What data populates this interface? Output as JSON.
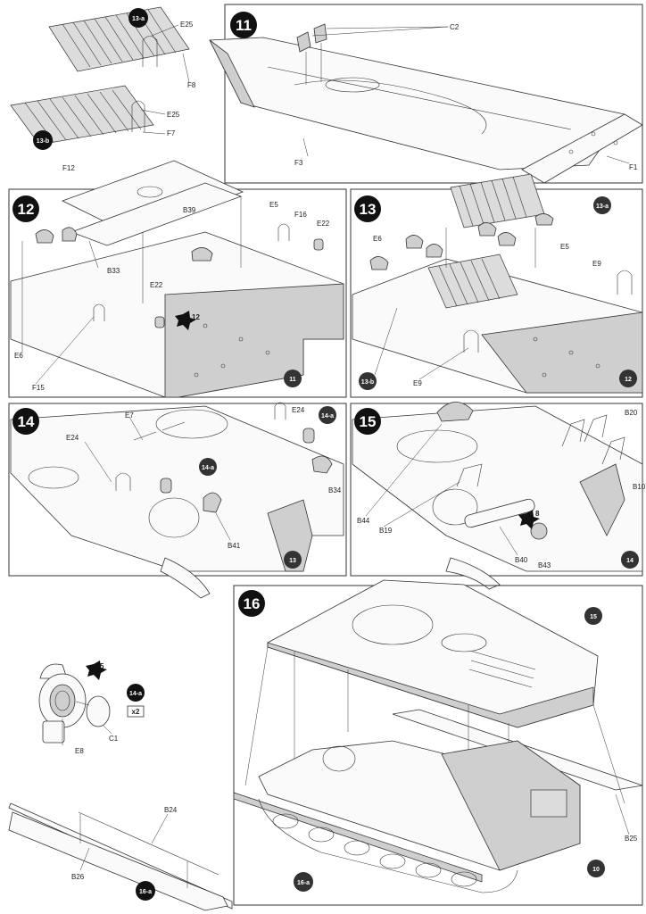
{
  "steps": {
    "s11": "11",
    "s12": "12",
    "s13": "13",
    "s14": "14",
    "s15": "15",
    "s16": "16"
  },
  "subassemblies": {
    "a13a": "13-a",
    "a13b": "13-b",
    "a14a": "14-a",
    "a16a": "16-a"
  },
  "quantity": "x2",
  "refs": {
    "r12": "12",
    "r5": "5",
    "r8": "8",
    "r11": "11",
    "r12b": "12",
    "r13": "13",
    "r14": "14",
    "r15": "15",
    "r10": "10",
    "r16a": "16-a",
    "r13a": "13-a",
    "r13b": "13-b",
    "r14a": "14-a"
  },
  "parts": {
    "E25a": "E25",
    "F8": "F8",
    "E25b": "E25",
    "F7": "F7",
    "C2": "C2",
    "F3": "F3",
    "F1": "F1",
    "F12": "F12",
    "B39": "B39",
    "E5a": "E5",
    "F16": "F16",
    "E22a": "E22",
    "B33": "B33",
    "E22b": "E22",
    "E6a": "E6",
    "F15": "F15",
    "E6b": "E6",
    "E5b": "E5",
    "E9a": "E9",
    "E9b": "E9",
    "E7": "E7",
    "E24a": "E24",
    "E24b": "E24",
    "B34": "B34",
    "B41": "B41",
    "B20": "B20",
    "B10": "B10",
    "B44": "B44",
    "B19": "B19",
    "B40": "B40",
    "B43": "B43",
    "C1": "C1",
    "E8": "E8",
    "B24": "B24",
    "B26": "B26",
    "B25": "B25"
  }
}
